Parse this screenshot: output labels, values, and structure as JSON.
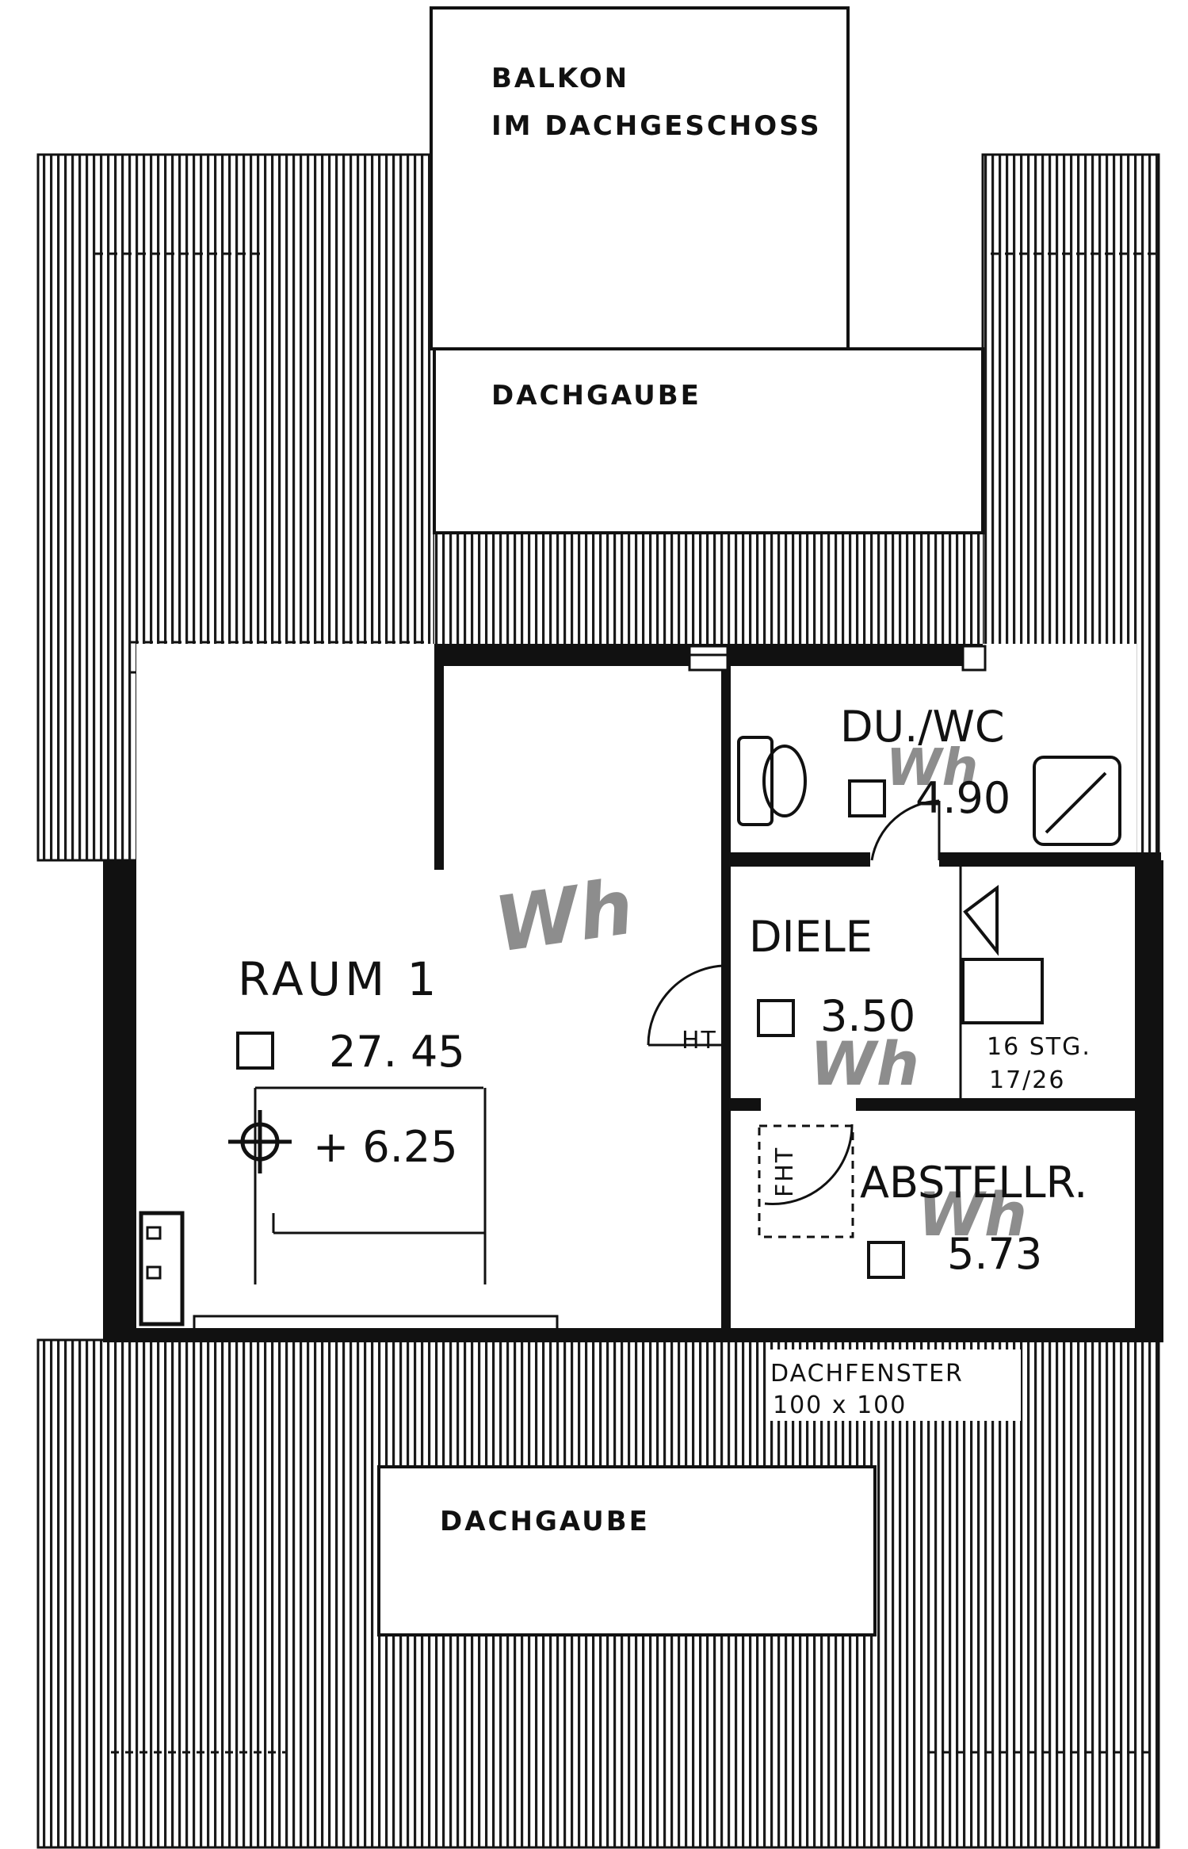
{
  "balcony": {
    "line1": "BALKON",
    "line2": "IM  DACHGESCHOSS"
  },
  "dormers": {
    "top": "DACHGAUBE",
    "bottom": "DACHGAUBE"
  },
  "room1": {
    "name": "RAUM   1",
    "area": "27. 45",
    "height": "+ 6.25"
  },
  "bath": {
    "name": "DU./WC",
    "area": "4.90"
  },
  "hall": {
    "name": "DIELE",
    "area": "3.50"
  },
  "storage": {
    "name": "ABSTELLR.",
    "area": "5.73"
  },
  "stairs": {
    "steps": "16  STG.",
    "ratio": "17/26"
  },
  "door_codes": {
    "room1": "HT",
    "storage": "FHT"
  },
  "skylight": {
    "line1": "DACHFENSTER",
    "line2": "100 x 100"
  },
  "watermarks": [
    "Wh",
    "Wh",
    "Wh",
    "Wh"
  ],
  "colors": {
    "ink": "#111111",
    "paper": "#ffffff",
    "watermark": "#7a7a7a"
  }
}
